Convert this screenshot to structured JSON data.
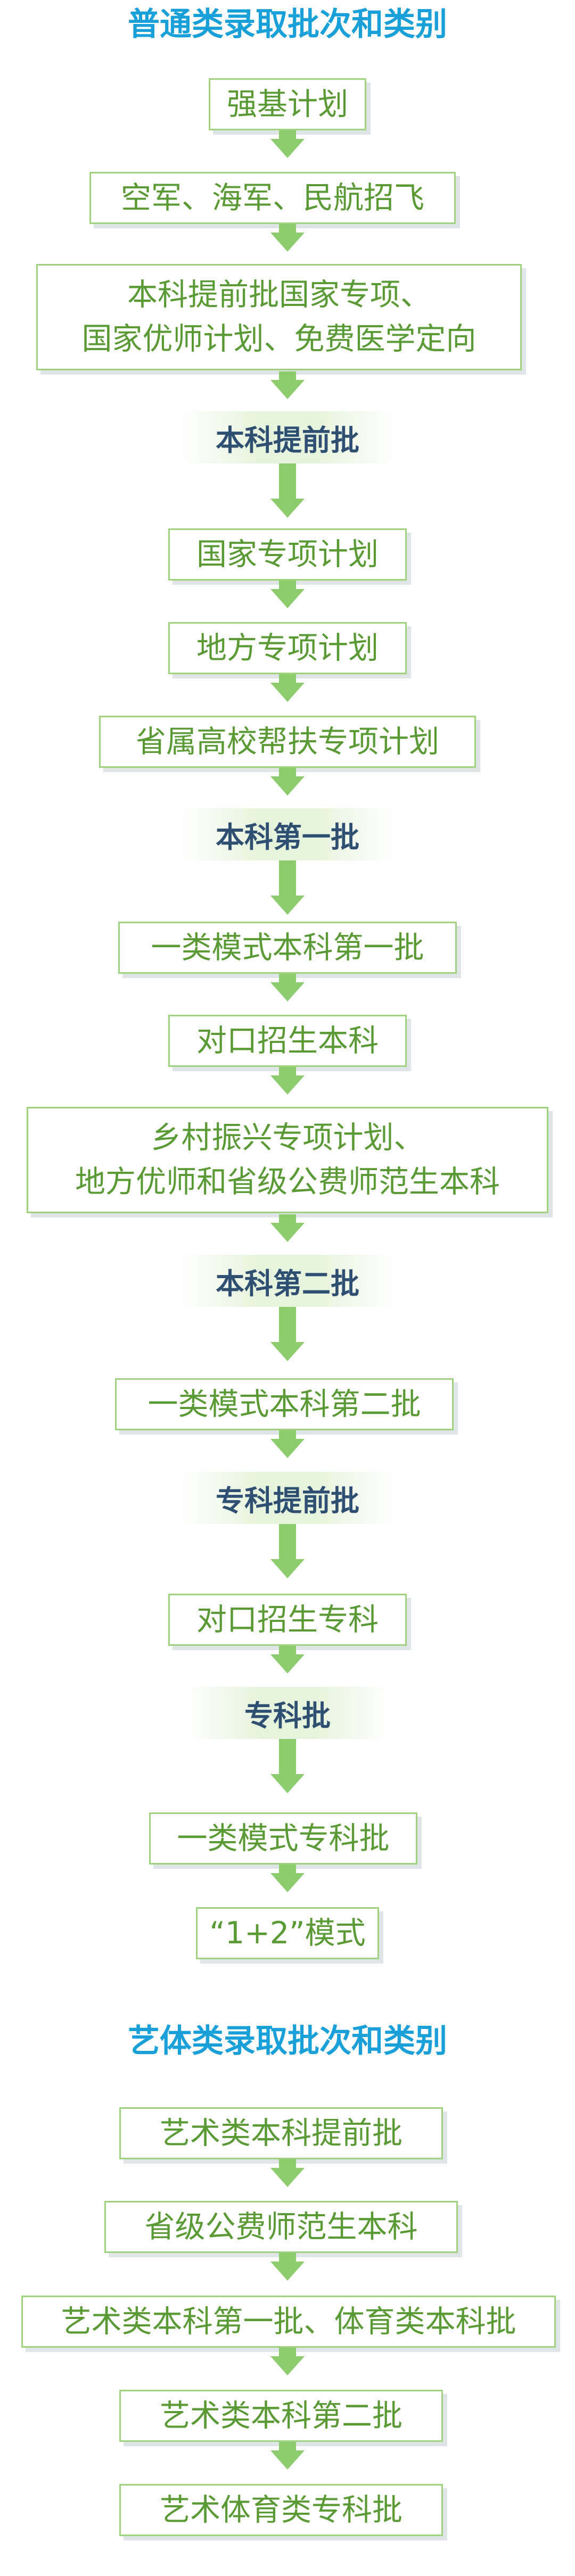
{
  "sections": [
    {
      "title": "普通类录取批次和类别",
      "items": [
        {
          "kind": "box",
          "text": "强基计划"
        },
        {
          "kind": "box",
          "text": "空军、海军、民航招飞"
        },
        {
          "kind": "box",
          "text": "本科提前批国家专项、\n国家优师计划、免费医学定向"
        },
        {
          "kind": "batch",
          "text": "本科提前批"
        },
        {
          "kind": "box",
          "text": "国家专项计划"
        },
        {
          "kind": "box",
          "text": "地方专项计划"
        },
        {
          "kind": "box",
          "text": "省属高校帮扶专项计划"
        },
        {
          "kind": "batch",
          "text": "本科第一批"
        },
        {
          "kind": "box",
          "text": "一类模式本科第一批"
        },
        {
          "kind": "box",
          "text": "对口招生本科"
        },
        {
          "kind": "box",
          "text": "乡村振兴专项计划、\n地方优师和省级公费师范生本科"
        },
        {
          "kind": "batch",
          "text": "本科第二批"
        },
        {
          "kind": "box",
          "text": "一类模式本科第二批"
        },
        {
          "kind": "batch",
          "text": "专科提前批"
        },
        {
          "kind": "box",
          "text": "对口招生专科"
        },
        {
          "kind": "batch",
          "text": "专科批"
        },
        {
          "kind": "box",
          "text": "一类模式专科批"
        },
        {
          "kind": "box",
          "text": "“1+2”模式"
        }
      ]
    },
    {
      "title": "艺体类录取批次和类别",
      "items": [
        {
          "kind": "box",
          "text": "艺术类本科提前批"
        },
        {
          "kind": "box",
          "text": "省级公费师范生本科"
        },
        {
          "kind": "box",
          "text": "艺术类本科第一批、体育类本科批"
        },
        {
          "kind": "box",
          "text": "艺术类本科第二批"
        },
        {
          "kind": "box",
          "text": "艺术体育类专科批"
        }
      ]
    }
  ],
  "colors": {
    "title": "#1aa0d8",
    "box_border": "#9fd47f",
    "box_text": "#5a9a34",
    "batch_text": "#2f4f72",
    "arrow": "#8ccc6c"
  }
}
